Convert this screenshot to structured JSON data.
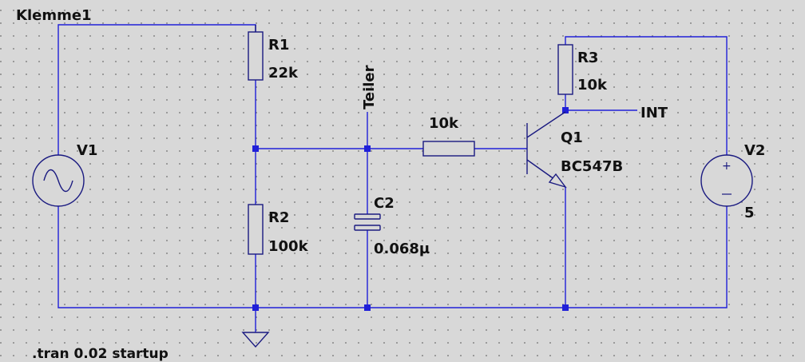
{
  "labels": {
    "node_klemme": "Klemme1",
    "node_teiler": "Teiler",
    "node_int": "INT",
    "directive": ".tran 0.02 startup"
  },
  "components": {
    "r1": {
      "name": "R1",
      "value": "22k"
    },
    "r2": {
      "name": "R2",
      "value": "100k"
    },
    "r3": {
      "name": "R3",
      "value": "10k"
    },
    "rb": {
      "value": "10k"
    },
    "c2": {
      "name": "C2",
      "value": "0.068µ"
    },
    "q1": {
      "name": "Q1",
      "model": "BC547B"
    },
    "v1": {
      "name": "V1"
    },
    "v2": {
      "name": "V2",
      "value": "5"
    }
  },
  "colors": {
    "wire": "#2020d8",
    "component": "#1a1a80",
    "background": "#d8d8d8"
  }
}
